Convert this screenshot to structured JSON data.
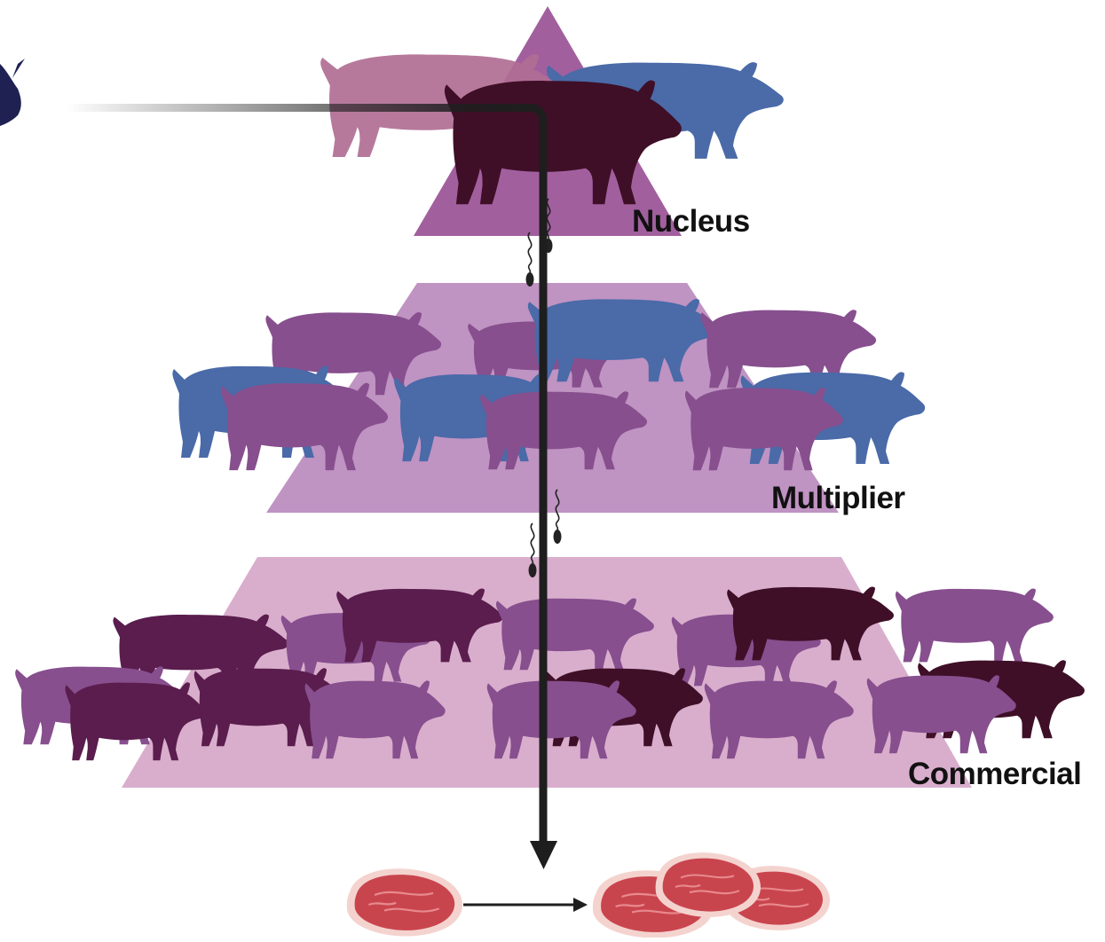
{
  "tiers": [
    {
      "label": "Nucleus",
      "color": "#a25f9e"
    },
    {
      "label": "Multiplier",
      "color": "#bf93c2"
    },
    {
      "label": "Commercial",
      "color": "#d9aecd"
    }
  ],
  "colors": {
    "pig_pink": "#b06e94",
    "pig_blue": "#4a6aa8",
    "pig_dark": "#3f0f27",
    "pig_purple": "#874f8e",
    "pig_plum": "#5a1d4d",
    "arrow": "#1e1e1e",
    "meat_red": "#c9454e",
    "meat_fat": "#f4d3cf",
    "snip": "#1e2152"
  },
  "icons": [
    "pig-icon",
    "sperm-icon",
    "meat-cut-icon",
    "scissors-icon"
  ]
}
